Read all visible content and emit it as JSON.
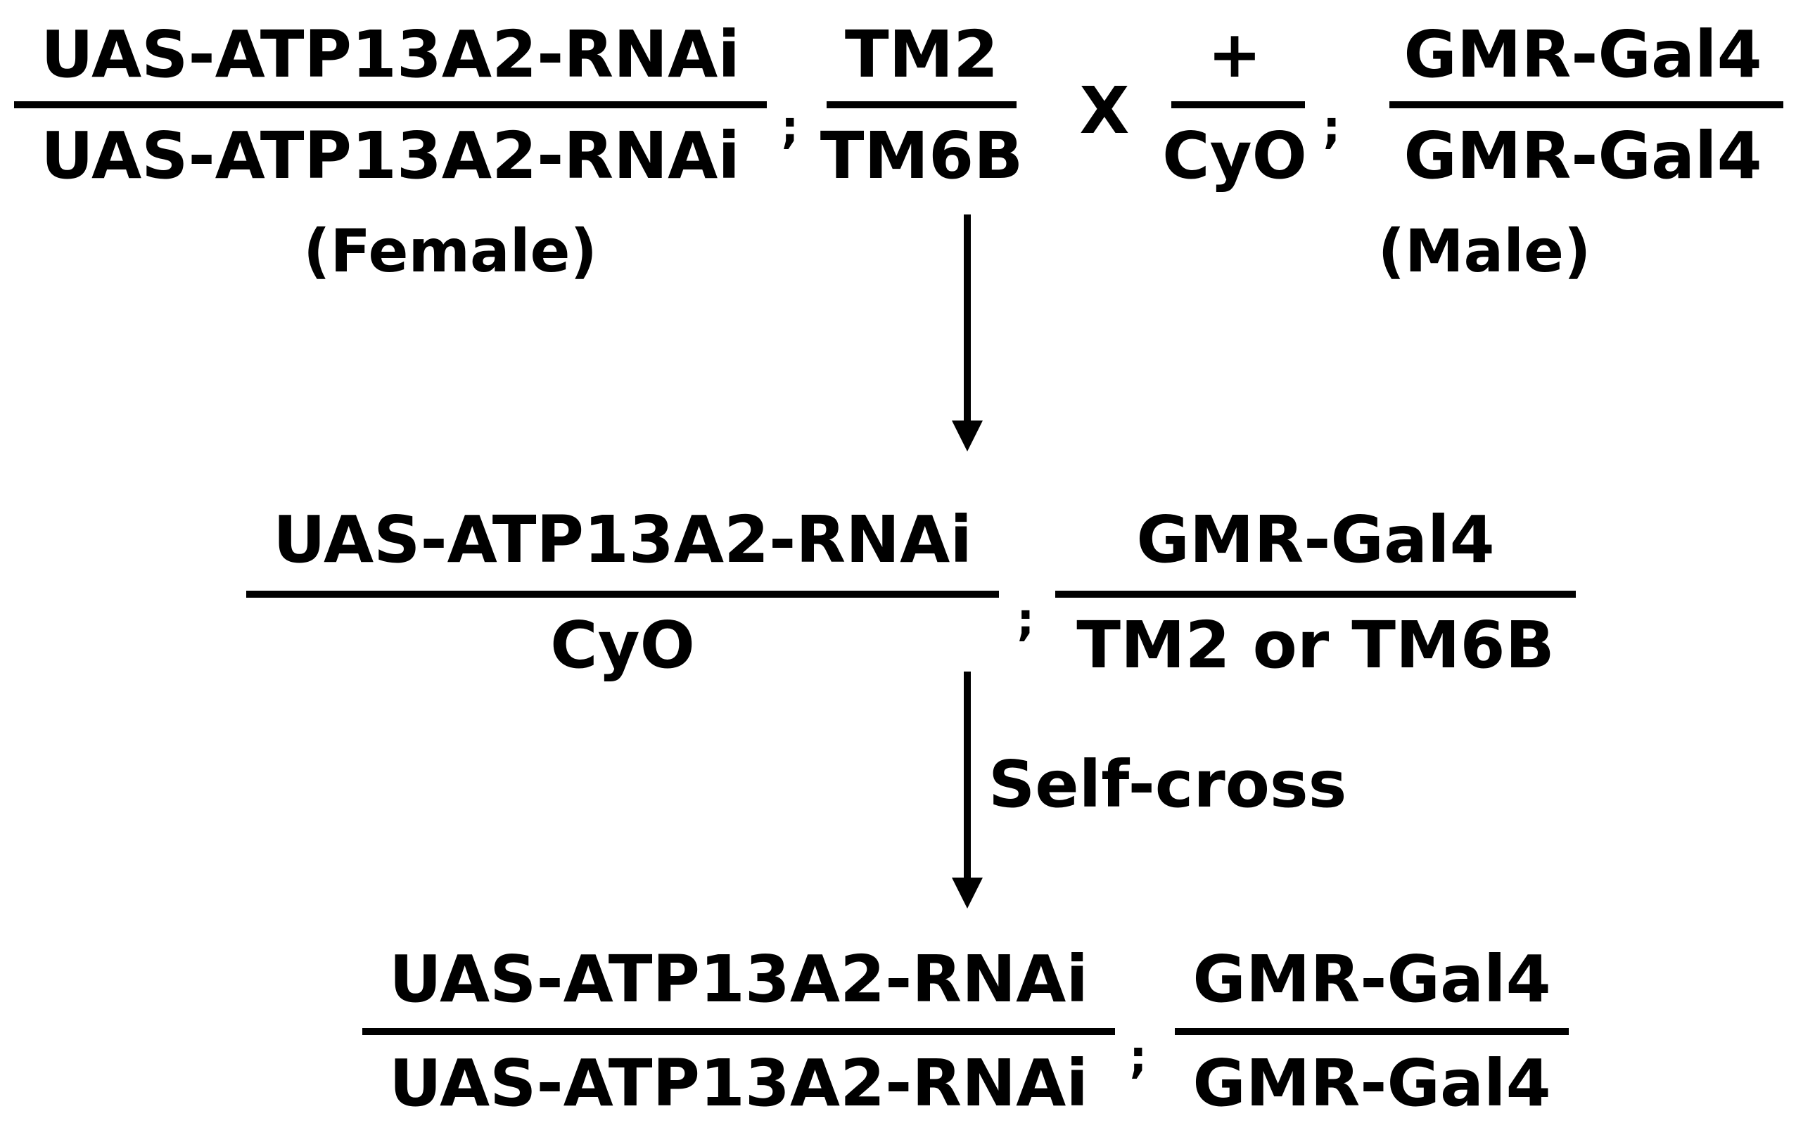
{
  "cross": {
    "female": {
      "chr2": {
        "top": "UAS-ATP13A2-RNAi",
        "bottom": "UAS-ATP13A2-RNAi"
      },
      "chr3": {
        "top": "TM2",
        "bottom": "TM6B"
      },
      "sex_label": "(Female)"
    },
    "cross_symbol": "X",
    "male": {
      "chr2": {
        "top": "+",
        "bottom": "CyO"
      },
      "chr3": {
        "top": "GMR-Gal4",
        "bottom": "GMR-Gal4"
      },
      "sex_label": "(Male)"
    },
    "separator": ";"
  },
  "f1": {
    "chr2": {
      "top": "UAS-ATP13A2-RNAi",
      "bottom": "CyO"
    },
    "chr3": {
      "top": "GMR-Gal4",
      "bottom": "TM2 or TM6B"
    }
  },
  "step_label": "Self-cross",
  "f2": {
    "chr2": {
      "top": "UAS-ATP13A2-RNAi",
      "bottom": "UAS-ATP13A2-RNAi"
    },
    "chr3": {
      "top": "GMR-Gal4",
      "bottom": "GMR-Gal4"
    }
  }
}
